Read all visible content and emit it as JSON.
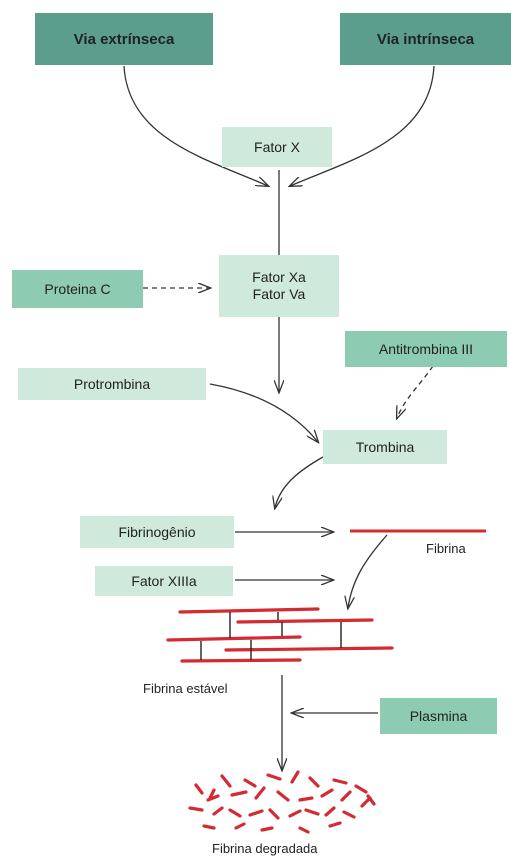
{
  "boxes": {
    "extrinsic": "Via extrínseca",
    "intrinsic": "Via intrínseca",
    "factor_x": "Fator X",
    "factor_xa": "Fator Xa",
    "factor_va": "Fator Va",
    "protein_c": "Proteina C",
    "antithrombin": "Antitrombina III",
    "prothrombin": "Protrombina",
    "thrombin": "Trombina",
    "fibrinogen": "Fibrinogênio",
    "factor_xiiia": "Fator XIIIa",
    "plasmin": "Plasmina"
  },
  "labels": {
    "fibrin": "Fibrina",
    "stable_fibrin": "Fibrina estável",
    "degraded_fibrin": "Fibrina degradada"
  },
  "colors": {
    "dark_box": "#5b9e8c",
    "mid_box": "#8dcbb3",
    "light_box": "#cfeadc",
    "fibrin_red": "#d42a32",
    "arrow": "#333333"
  }
}
